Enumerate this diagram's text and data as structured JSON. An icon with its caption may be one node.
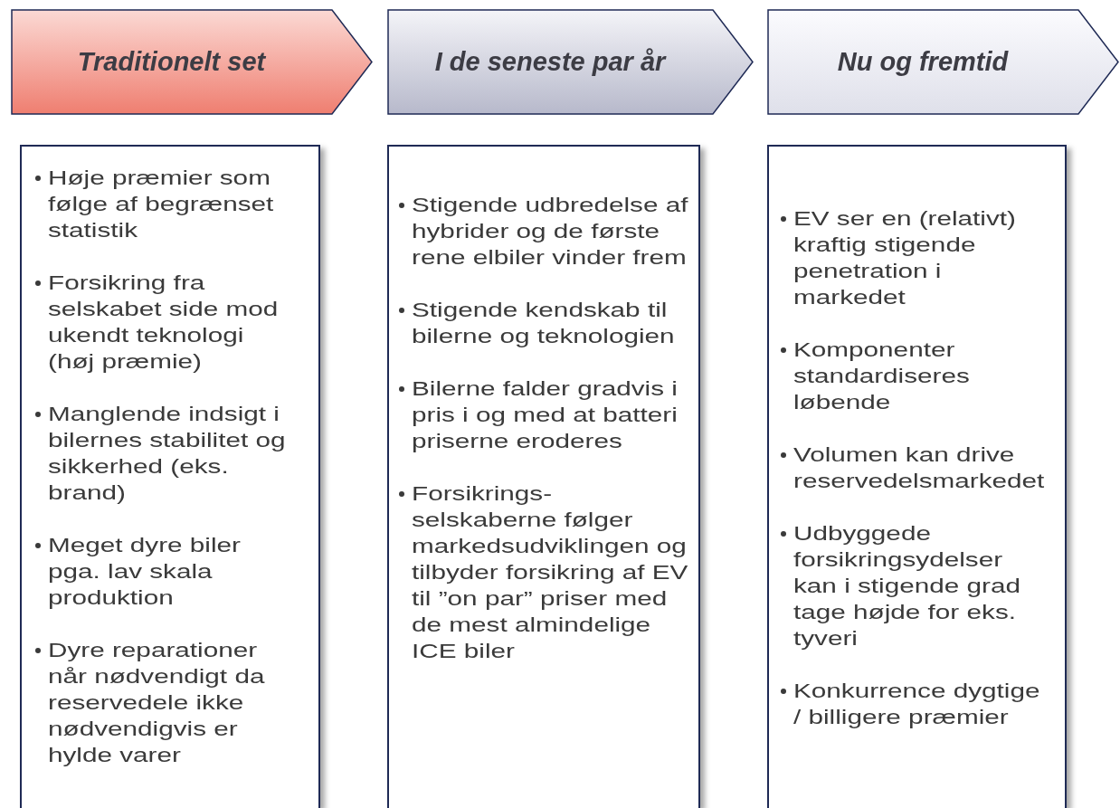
{
  "diagram": {
    "nodes": [
      {
        "text": [
          "Traditionelt set"
        ]
      },
      {
        "text": [
          "I de seneste par år"
        ]
      },
      {
        "text": [
          "Nu og fremtid"
        ]
      },
      {
        "text": [
          "Høje præmier som følge af begrænset statistik",
          "Forsikring fra selskabet side mod ukendt teknologi (høj præmie)",
          "Manglende indsigt i bilernes stabilitet og sikkerhed (eks. brand)",
          "Meget dyre biler pga. lav skala produktion",
          "Dyre reparationer når nødvendigt da reservedele ikke nødvendigvis er hylde varer"
        ]
      },
      {
        "text": [
          "Stigende udbredelse af hybrider og de første rene elbiler vinder frem",
          "Stigende kendskab til bilerne og teknologien",
          "Bilerne falder gradvis i pris i og med at batteri priserne eroderes",
          "Forsikrings-selskaberne følger markedsudviklingen og tilbyder forsikring af EV til ”on par” priser med de mest almindelige ICE biler"
        ]
      },
      {
        "text": [
          "EV ser en (relativt) kraftig stigende penetration i markedet",
          "Komponenter standardiseres løbende",
          "Volumen kan drive reservedelsmarkedet",
          "Udbyggede forsikringsydelser kan i stigende grad tage højde for eks. tyveri",
          "Konkurrence dygtige / billigere præmier"
        ]
      }
    ]
  }
}
